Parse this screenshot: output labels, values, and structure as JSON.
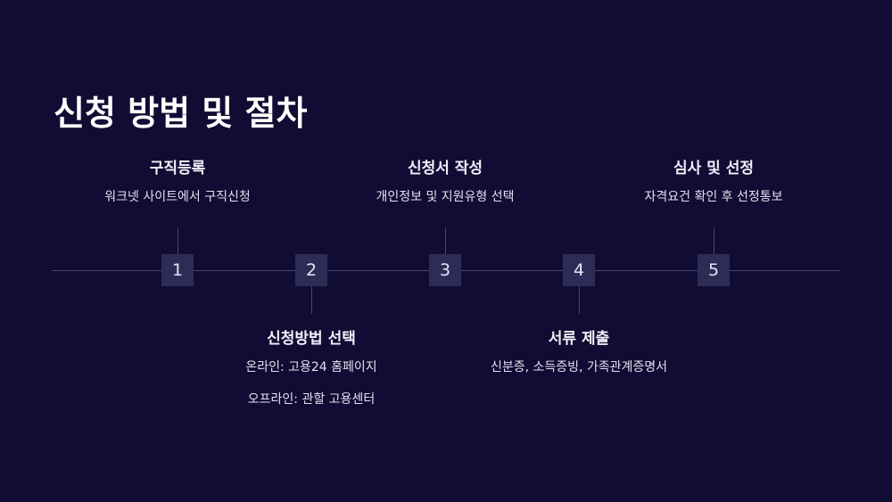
{
  "title": "신청 방법 및 절차",
  "steps": [
    {
      "number": "1",
      "title": "구직등록",
      "desc": [
        "워크넷 사이트에서 구직신청"
      ]
    },
    {
      "number": "2",
      "title": "신청방법 선택",
      "desc": [
        "온라인: 고용24 홈페이지",
        "오프라인: 관할 고용센터"
      ]
    },
    {
      "number": "3",
      "title": "신청서 작성",
      "desc": [
        "개인정보 및 지원유형 선택"
      ]
    },
    {
      "number": "4",
      "title": "서류 제출",
      "desc": [
        "신분증, 소득증빙, 가족관계증명서"
      ]
    },
    {
      "number": "5",
      "title": "심사 및 선정",
      "desc": [
        "자격요건 확인 후 선정통보"
      ]
    }
  ]
}
